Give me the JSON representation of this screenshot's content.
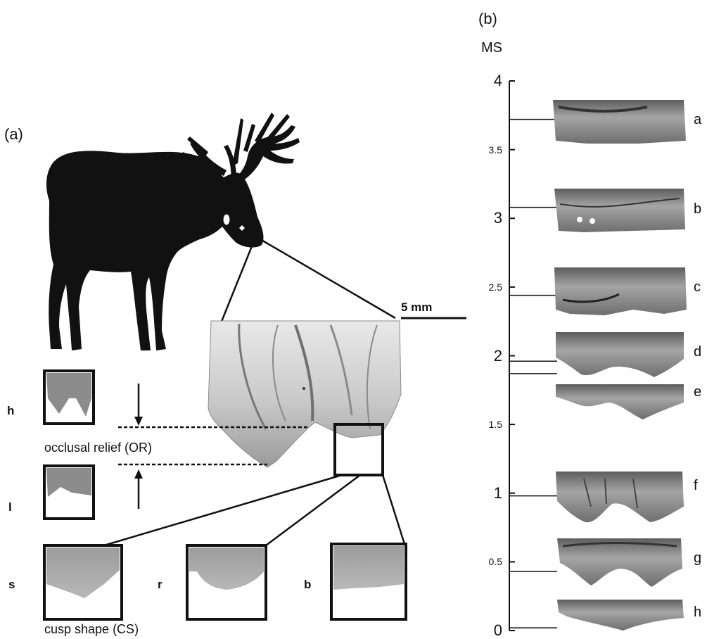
{
  "panel_a": {
    "label": "(a)",
    "scale_bar": "5 mm",
    "relief_title": "occlusal relief (OR)",
    "relief_classes": [
      "h",
      "l"
    ],
    "cusp_title": "cusp shape (CS)",
    "cusp_classes": [
      "s",
      "r",
      "b"
    ]
  },
  "panel_b": {
    "label": "(b)",
    "axis_title": "MS",
    "ticks": [
      "4",
      "3.5",
      "3",
      "2.5",
      "2",
      "1.5",
      "1",
      "0.5",
      "0"
    ],
    "samples": [
      {
        "id": "a",
        "ms": 3.72
      },
      {
        "id": "b",
        "ms": 3.08
      },
      {
        "id": "c",
        "ms": 2.44
      },
      {
        "id": "d",
        "ms": 1.96
      },
      {
        "id": "e",
        "ms": 1.87
      },
      {
        "id": "f",
        "ms": 0.98
      },
      {
        "id": "g",
        "ms": 0.43
      },
      {
        "id": "h",
        "ms": 0.02
      }
    ]
  },
  "colors": {
    "ink": "#111111",
    "tooth": "#d9d9d9",
    "tooth_dark": "#7a7a7a",
    "relief_fill": "#8c8c8c"
  }
}
